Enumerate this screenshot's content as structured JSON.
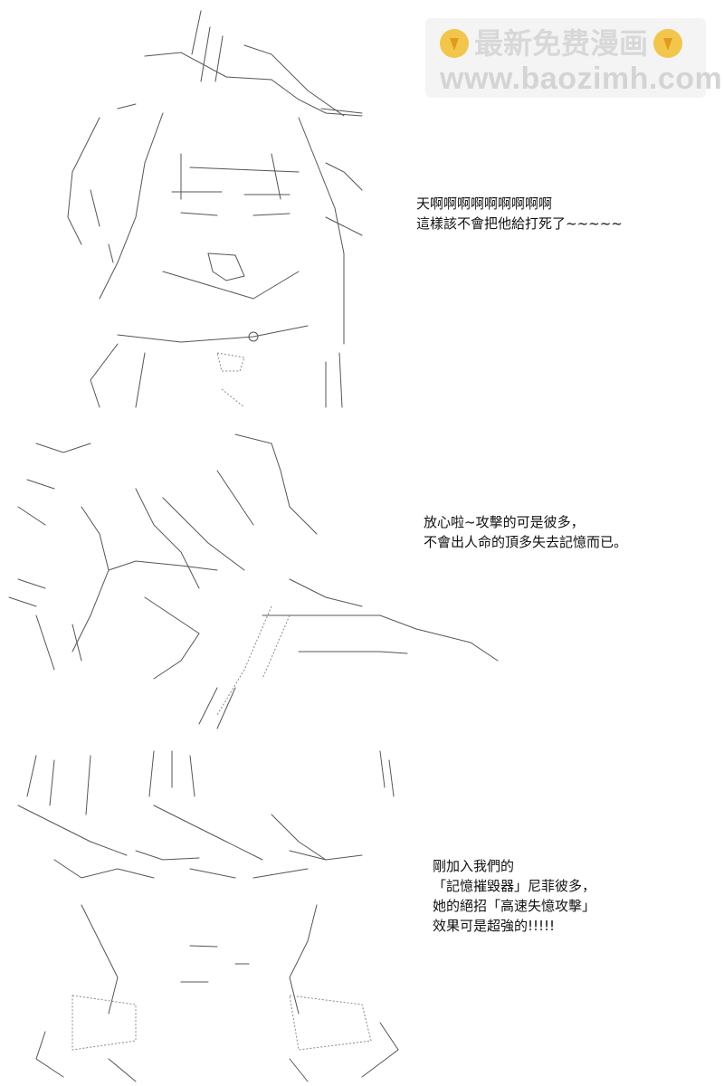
{
  "watermark": {
    "line1": "最新免费漫画",
    "line2": "www.baozimh.com",
    "icon": "pointing-hand-icon"
  },
  "panels": [
    {
      "caption": [
        "天啊啊啊啊啊啊啊啊啊",
        "這樣該不會把他給打死了~~~~~"
      ]
    },
    {
      "caption": [
        "放心啦~攻擊的可是彼多，",
        "不會出人命的頂多失去記憶而已。"
      ]
    },
    {
      "caption": [
        "剛加入我們的",
        "「記憶摧毀器」尼菲彼多，",
        "她的絕招「高速失憶攻擊」",
        "效果可是超強的!!!!!"
      ]
    }
  ]
}
